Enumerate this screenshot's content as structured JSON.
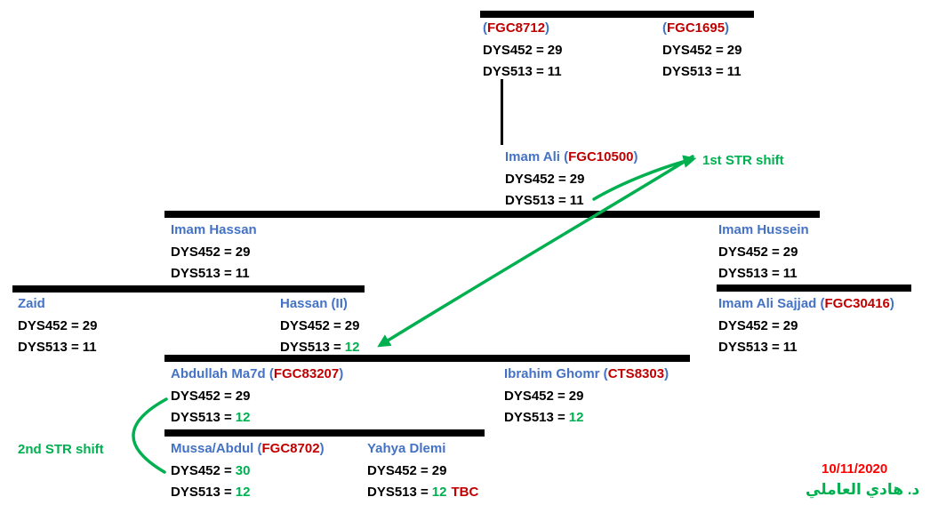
{
  "colors": {
    "name_blue": "#4472C4",
    "snp_red": "#C00000",
    "shift_green": "#00B050",
    "date_red": "#FF0000",
    "text_black": "#000000",
    "bar_black": "#000000"
  },
  "annotations": {
    "first_shift": "1st STR shift",
    "second_shift": "2nd STR shift"
  },
  "footer": {
    "date": "10/11/2020",
    "signature": "د. هادي العاملي"
  },
  "people": [
    {
      "id": "fgc8712",
      "name": "",
      "snp_prefix": "(",
      "snp": "FGC8712",
      "snp_suffix": ")",
      "rows": [
        {
          "label": "DYS452 =",
          "value": "29"
        },
        {
          "label": "DYS513 =",
          "value": "11"
        }
      ]
    },
    {
      "id": "fgc1695",
      "name": "",
      "snp_prefix": "(",
      "snp": "FGC1695",
      "snp_suffix": ")",
      "rows": [
        {
          "label": "DYS452 =",
          "value": "29"
        },
        {
          "label": "DYS513 =",
          "value": "11"
        }
      ]
    },
    {
      "id": "imam-ali",
      "name": "Imam Ali",
      "snp_prefix": " (",
      "snp": "FGC10500",
      "snp_suffix": ")",
      "rows": [
        {
          "label": "DYS452 =",
          "value": "29"
        },
        {
          "label": "DYS513 =",
          "value": "11"
        }
      ]
    },
    {
      "id": "imam-hassan",
      "name": "Imam Hassan",
      "rows": [
        {
          "label": "DYS452 =",
          "value": "29"
        },
        {
          "label": "DYS513 =",
          "value": "11"
        }
      ]
    },
    {
      "id": "imam-hussein",
      "name": "Imam Hussein",
      "rows": [
        {
          "label": "DYS452 =",
          "value": "29"
        },
        {
          "label": "DYS513 =",
          "value": "11"
        }
      ]
    },
    {
      "id": "zaid",
      "name": "Zaid",
      "rows": [
        {
          "label": "DYS452 =",
          "value": "29"
        },
        {
          "label": "DYS513 =",
          "value": "11"
        }
      ]
    },
    {
      "id": "hassan-ii",
      "name": "Hassan (II)",
      "rows": [
        {
          "label": "DYS452 =",
          "value": "29"
        },
        {
          "label": "DYS513 =",
          "value": "12",
          "shift": "yes"
        }
      ]
    },
    {
      "id": "imam-ali-sajjad",
      "name": "Imam Ali Sajjad",
      "snp_prefix": " (",
      "snp": "FGC30416",
      "snp_suffix": ")",
      "rows": [
        {
          "label": "DYS452 =",
          "value": "29"
        },
        {
          "label": "DYS513 =",
          "value": "11"
        }
      ]
    },
    {
      "id": "abdullah-ma7d",
      "name": "Abdullah Ma7d",
      "snp_prefix": " (",
      "snp": "FGC83207",
      "snp_suffix": ")",
      "rows": [
        {
          "label": "DYS452 =",
          "value": "29"
        },
        {
          "label": "DYS513 =",
          "value": "12",
          "shift": "yes"
        }
      ]
    },
    {
      "id": "ibrahim-ghomr",
      "name": "Ibrahim Ghomr",
      "snp_prefix": " (",
      "snp": "CTS8303",
      "snp_suffix": ")",
      "rows": [
        {
          "label": "DYS452 =",
          "value": "29"
        },
        {
          "label": "DYS513 =",
          "value": "12",
          "shift": "yes"
        }
      ]
    },
    {
      "id": "mussa-abdul",
      "name": "Mussa/Abdul",
      "snp_prefix": " (",
      "snp": "FGC8702",
      "snp_suffix": ")",
      "rows": [
        {
          "label": "DYS452 =",
          "value": "30",
          "shift": "yes"
        },
        {
          "label": "DYS513 =",
          "value": "12",
          "shift": "yes"
        }
      ]
    },
    {
      "id": "yahya-dlemi",
      "name": "Yahya Dlemi",
      "rows": [
        {
          "label": "DYS452 =",
          "value": "29"
        },
        {
          "label": "DYS513 =",
          "value": "12",
          "shift": "yes",
          "suffix": "TBC"
        }
      ]
    }
  ]
}
